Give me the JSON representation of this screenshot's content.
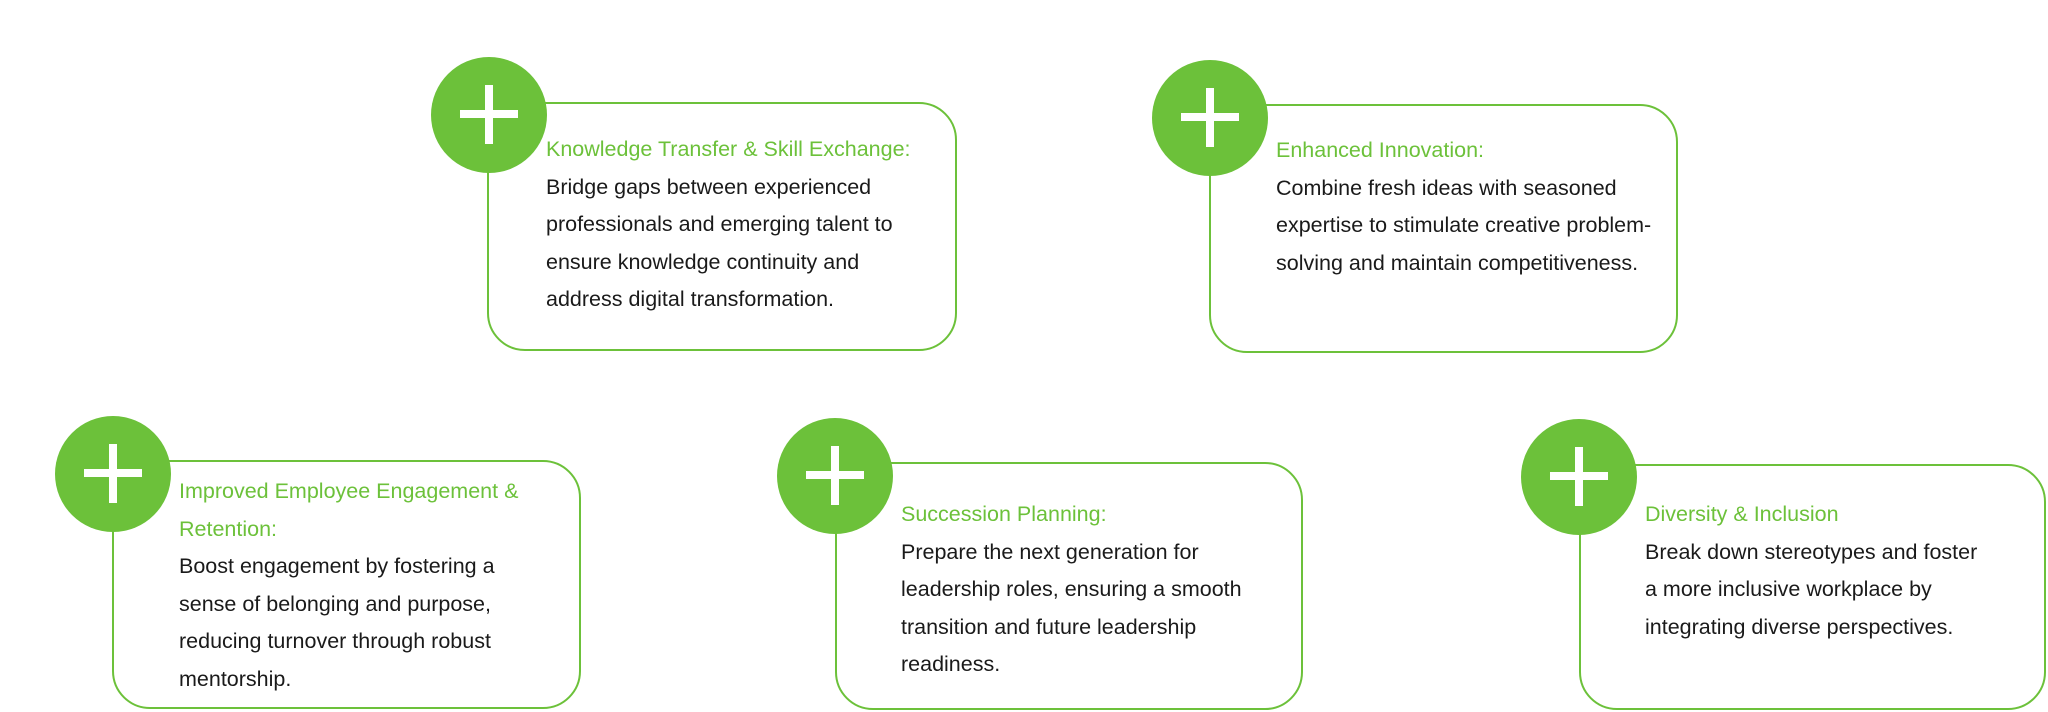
{
  "accent_color": "#6cc13a",
  "text_color": "#1a1a1a",
  "cards": [
    {
      "icon": "plus-icon",
      "title": "Knowledge Transfer & Skill Exchange:",
      "body": "Bridge gaps between experienced professionals and emerging talent to ensure knowledge continuity and address digital transformation."
    },
    {
      "icon": "plus-icon",
      "title": "Enhanced Innovation:",
      "body": "Combine fresh ideas with seasoned expertise to stimulate creative problem-solving and maintain competitiveness."
    },
    {
      "icon": "plus-icon",
      "title": "Improved Employee Engagement & Retention:",
      "body": "Boost engagement by fostering a sense of belonging and purpose, reducing turnover through robust mentorship."
    },
    {
      "icon": "plus-icon",
      "title": "Succession Planning:",
      "body": "Prepare the next generation for leadership roles, ensuring a smooth transition and future leadership readiness."
    },
    {
      "icon": "plus-icon",
      "title": "Diversity & Inclusion",
      "body": "Break down stereotypes and foster a more inclusive workplace by integrating diverse perspectives."
    }
  ]
}
